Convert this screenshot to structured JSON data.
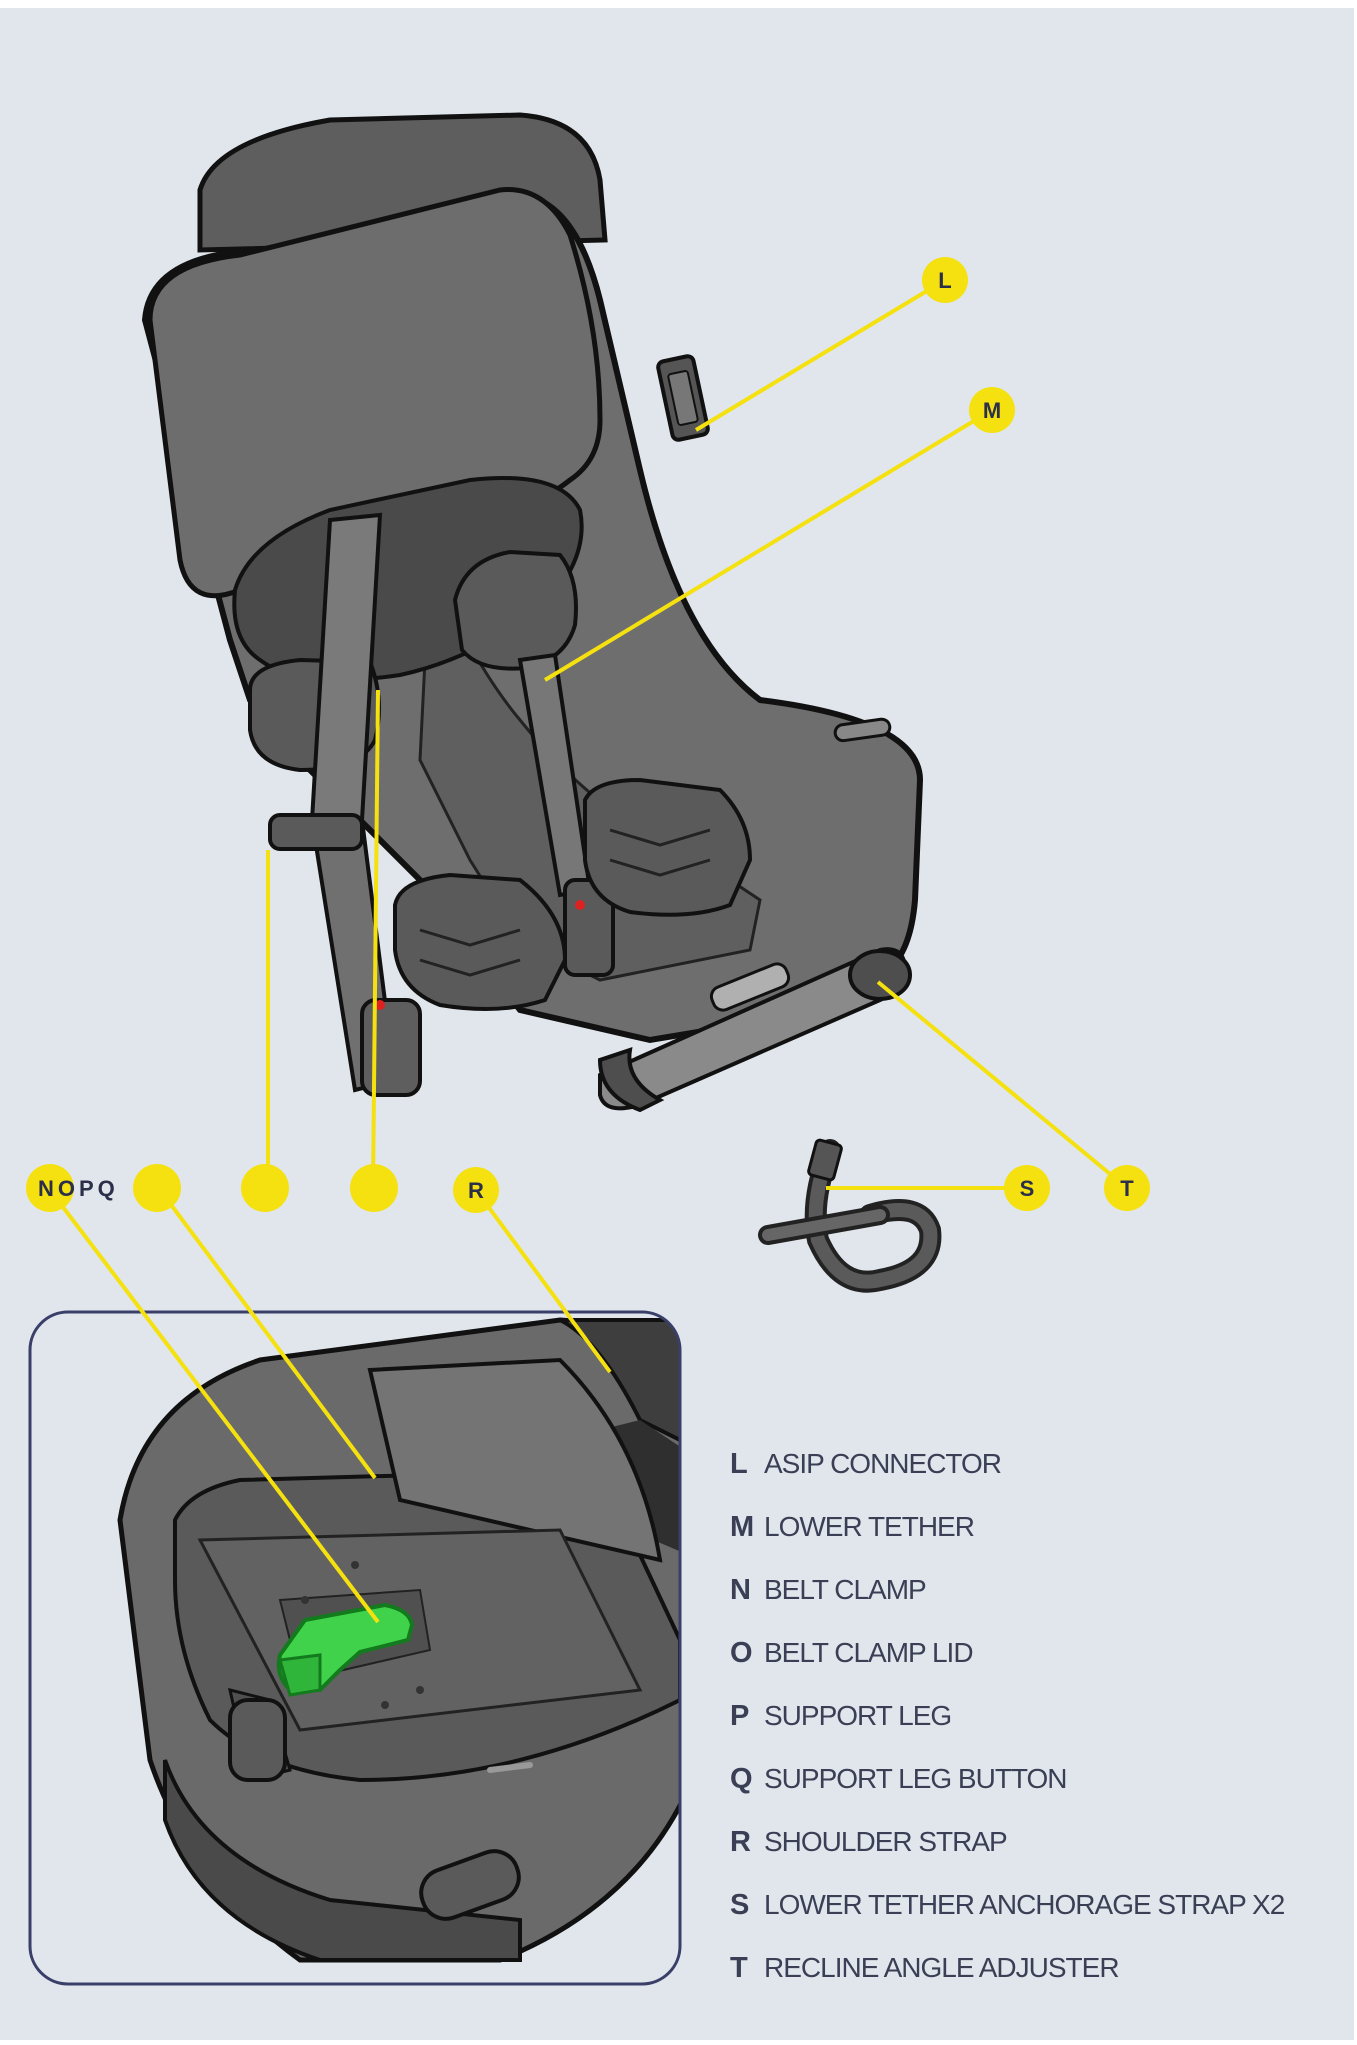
{
  "callouts": {
    "L": "L",
    "M": "M",
    "NOPQ": "NOPQ",
    "R": "R",
    "S": "S",
    "T": "T"
  },
  "legend": [
    {
      "key": "L",
      "text": "ASIP CONNECTOR"
    },
    {
      "key": "M",
      "text": "LOWER TETHER"
    },
    {
      "key": "N",
      "text": "BELT CLAMP"
    },
    {
      "key": "O",
      "text": "BELT CLAMP LID"
    },
    {
      "key": "P",
      "text": "SUPPORT LEG"
    },
    {
      "key": "Q",
      "text": "SUPPORT LEG BUTTON"
    },
    {
      "key": "R",
      "text": "SHOULDER STRAP"
    },
    {
      "key": "S",
      "text": "LOWER TETHER ANCHORAGE STRAP X2"
    },
    {
      "key": "T",
      "text": "RECLINE ANGLE ADJUSTER"
    }
  ],
  "colors": {
    "background": "#e0e6eb",
    "callout": "#f5e10f",
    "seat": "#6b6b6b",
    "highlight": "#3fd24a",
    "text": "#3a3f55"
  }
}
